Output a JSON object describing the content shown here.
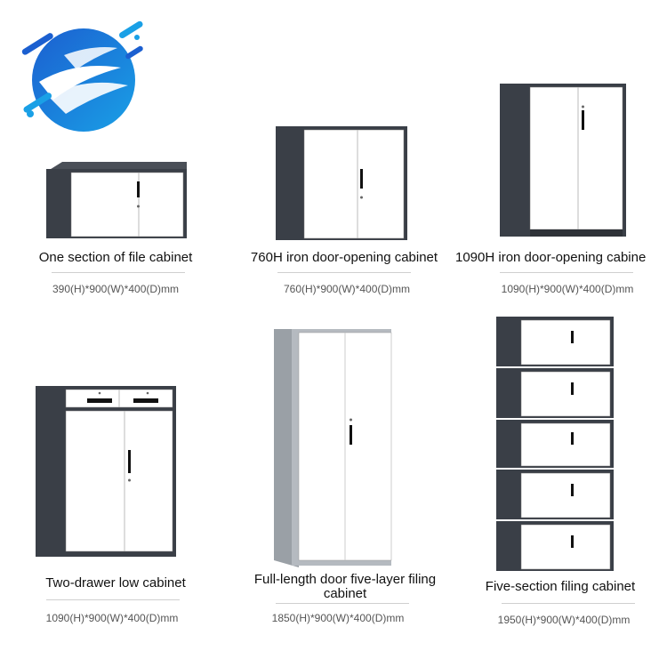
{
  "products": [
    {
      "title": "One section of file cabinet",
      "dims": "390(H)*900(W)*400(D)mm"
    },
    {
      "title": "760H iron door-opening cabinet",
      "dims": "760(H)*900(W)*400(D)mm"
    },
    {
      "title": "1090H iron door-opening cabine",
      "dims": "1090(H)*900(W)*400(D)mm"
    },
    {
      "title": "Two-drawer low cabinet",
      "dims": "1090(H)*900(W)*400(D)mm"
    },
    {
      "title": "Full-length door five-layer filing cabinet",
      "dims": "1850(H)*900(W)*400(D)mm"
    },
    {
      "title": "Five-section filing cabinet",
      "dims": "1950(H)*900(W)*400(D)mm"
    }
  ],
  "colors": {
    "body": "#3a3f47",
    "door": "#ffffff",
    "frame": "#9aa0a6",
    "accent": "#1f6fd1"
  }
}
